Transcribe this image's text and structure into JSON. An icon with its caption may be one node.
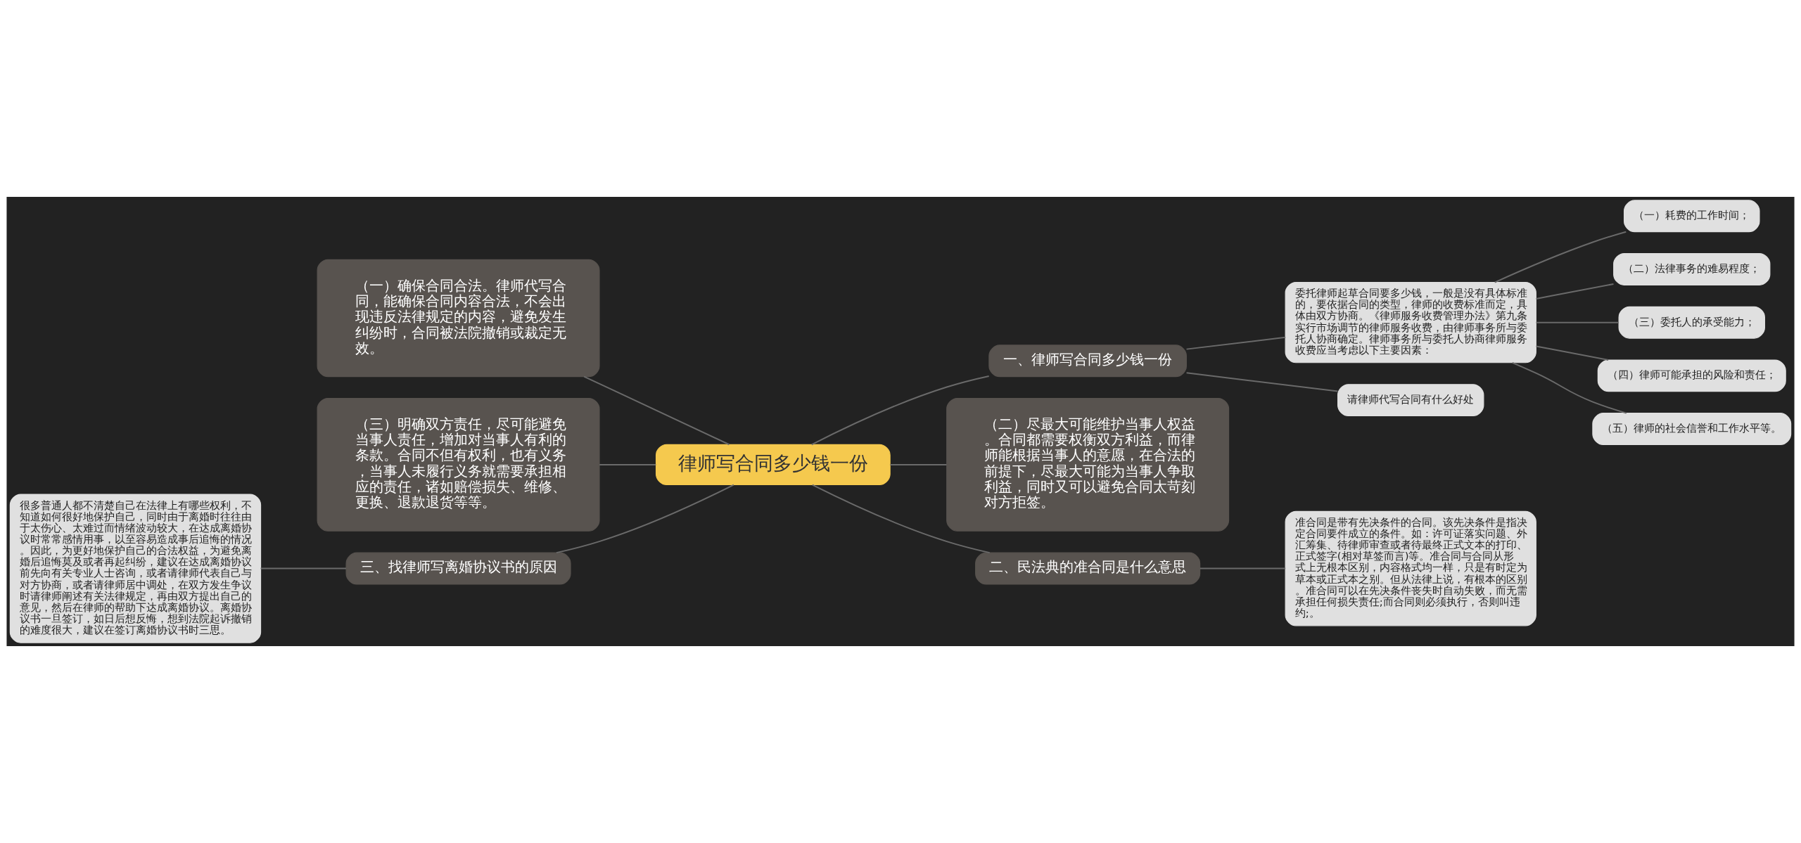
{
  "diagram": {
    "nodes": [
      {
        "text": [
          "律师写合同多少钱一份"
        ]
      },
      {
        "text": [
          "一、律师写合同多少钱一份"
        ]
      },
      {
        "text": [
          "委托律师起草合同要多少钱，一般是没有具体标准的，要依据合同的类型，律师的收费标准而定，具体由双方协商。《律师服务收费管理办法》第九条实行市场调节的律师服务收费，由律师事务所与委托人协商确定。律师事务所与委托人协商律师服务收费应当考虑以下主要因素："
        ]
      },
      {
        "text": [
          "（一）耗费的工作时间；"
        ]
      },
      {
        "text": [
          "（二）法律事务的难易程度；"
        ]
      },
      {
        "text": [
          "（三）委托人的承受能力；"
        ]
      },
      {
        "text": [
          "（四）律师可能承担的风险和责任；"
        ]
      },
      {
        "text": [
          "（五）律师的社会信誉和工作水平等。"
        ]
      },
      {
        "text": [
          "请律师代写合同有什么好处"
        ]
      },
      {
        "text": [
          "（二）尽最大可能维护当事人权益。合同都需要权衡双方利益，而律师能根据当事人的意愿，在合法的前提下，尽最大可能为当事人争取利益，同时又可以避免合同太苛刻对方拒签。"
        ]
      },
      {
        "text": [
          "二、民法典的准合同是什么意思"
        ]
      },
      {
        "text": [
          "准合同是带有先决条件的合同。该先决条件是指决定合同要件成立的条件。如：许可证落实问题、外汇筹集、待律师审查或者待最终正式文本的打印、正式签字(相对草签而言)等。准合同与合同从形式上无根本区别，内容格式均一样，只是有时定为草本或正式本之别。但从法律上说，有根本的区别。准合同可以在先决条件丧失时自动失败，而无需承担任何损失责任;而合同则必须执行，否则叫违约;。"
        ]
      },
      {
        "text": [
          "（一）确保合同合法。律师代写合同，能确保合同内容合法，不会出现违反法律规定的内容，避免发生纠纷时，合同被法院撤销或裁定无效。"
        ]
      },
      {
        "text": [
          "（三）明确双方责任，尽可能避免当事人责任，增加对当事人有利的条款。合同不但有权利，也有义务，当事人未履行义务就需要承担相应的责任，诸如赔偿损失、维修、更换、退款退货等等。"
        ]
      },
      {
        "text": [
          "三、找律师写离婚协议书的原因"
        ]
      },
      {
        "text": [
          "很多普通人都不清楚自己在法律上有哪些权利，不知道如何很好地保护自己，同时由于离婚时往往由于太伤心、太难过而情绪波动较大，在达成离婚协议时常常感情用事，以至容易造成事后追悔的情况。因此，为更好地保护自己的合法权益，为避免离婚后追悔莫及或者再起纠纷，建议在达成离婚协议前先向有关专业人士咨询，或者请律师代表自己与对方协商，或者请律师居中调处，在双方发生争议时请律师阐述有关法律规定，再由双方提出自己的意见，然后在律师的帮助下达成离婚协议。离婚协议书一旦签订，如日后想反悔，想到法院起诉撤销的难度很大，建议在签订离婚协议书时三思。"
        ]
      }
    ],
    "edges": [
      {
        "from": 0,
        "to": 1,
        "arrow": "none"
      },
      {
        "from": 1,
        "to": 2,
        "arrow": "none"
      },
      {
        "from": 2,
        "to": 3,
        "arrow": "none"
      },
      {
        "from": 2,
        "to": 4,
        "arrow": "none"
      },
      {
        "from": 2,
        "to": 5,
        "arrow": "none"
      },
      {
        "from": 2,
        "to": 6,
        "arrow": "none"
      },
      {
        "from": 2,
        "to": 7,
        "arrow": "none"
      },
      {
        "from": 1,
        "to": 8,
        "arrow": "none"
      },
      {
        "from": 0,
        "to": 9,
        "arrow": "none"
      },
      {
        "from": 0,
        "to": 10,
        "arrow": "none"
      },
      {
        "from": 10,
        "to": 11,
        "arrow": "none"
      },
      {
        "from": 0,
        "to": 12,
        "arrow": "none"
      },
      {
        "from": 0,
        "to": 13,
        "arrow": "none"
      },
      {
        "from": 0,
        "to": 14,
        "arrow": "none"
      },
      {
        "from": 14,
        "to": 15,
        "arrow": "none"
      }
    ]
  }
}
